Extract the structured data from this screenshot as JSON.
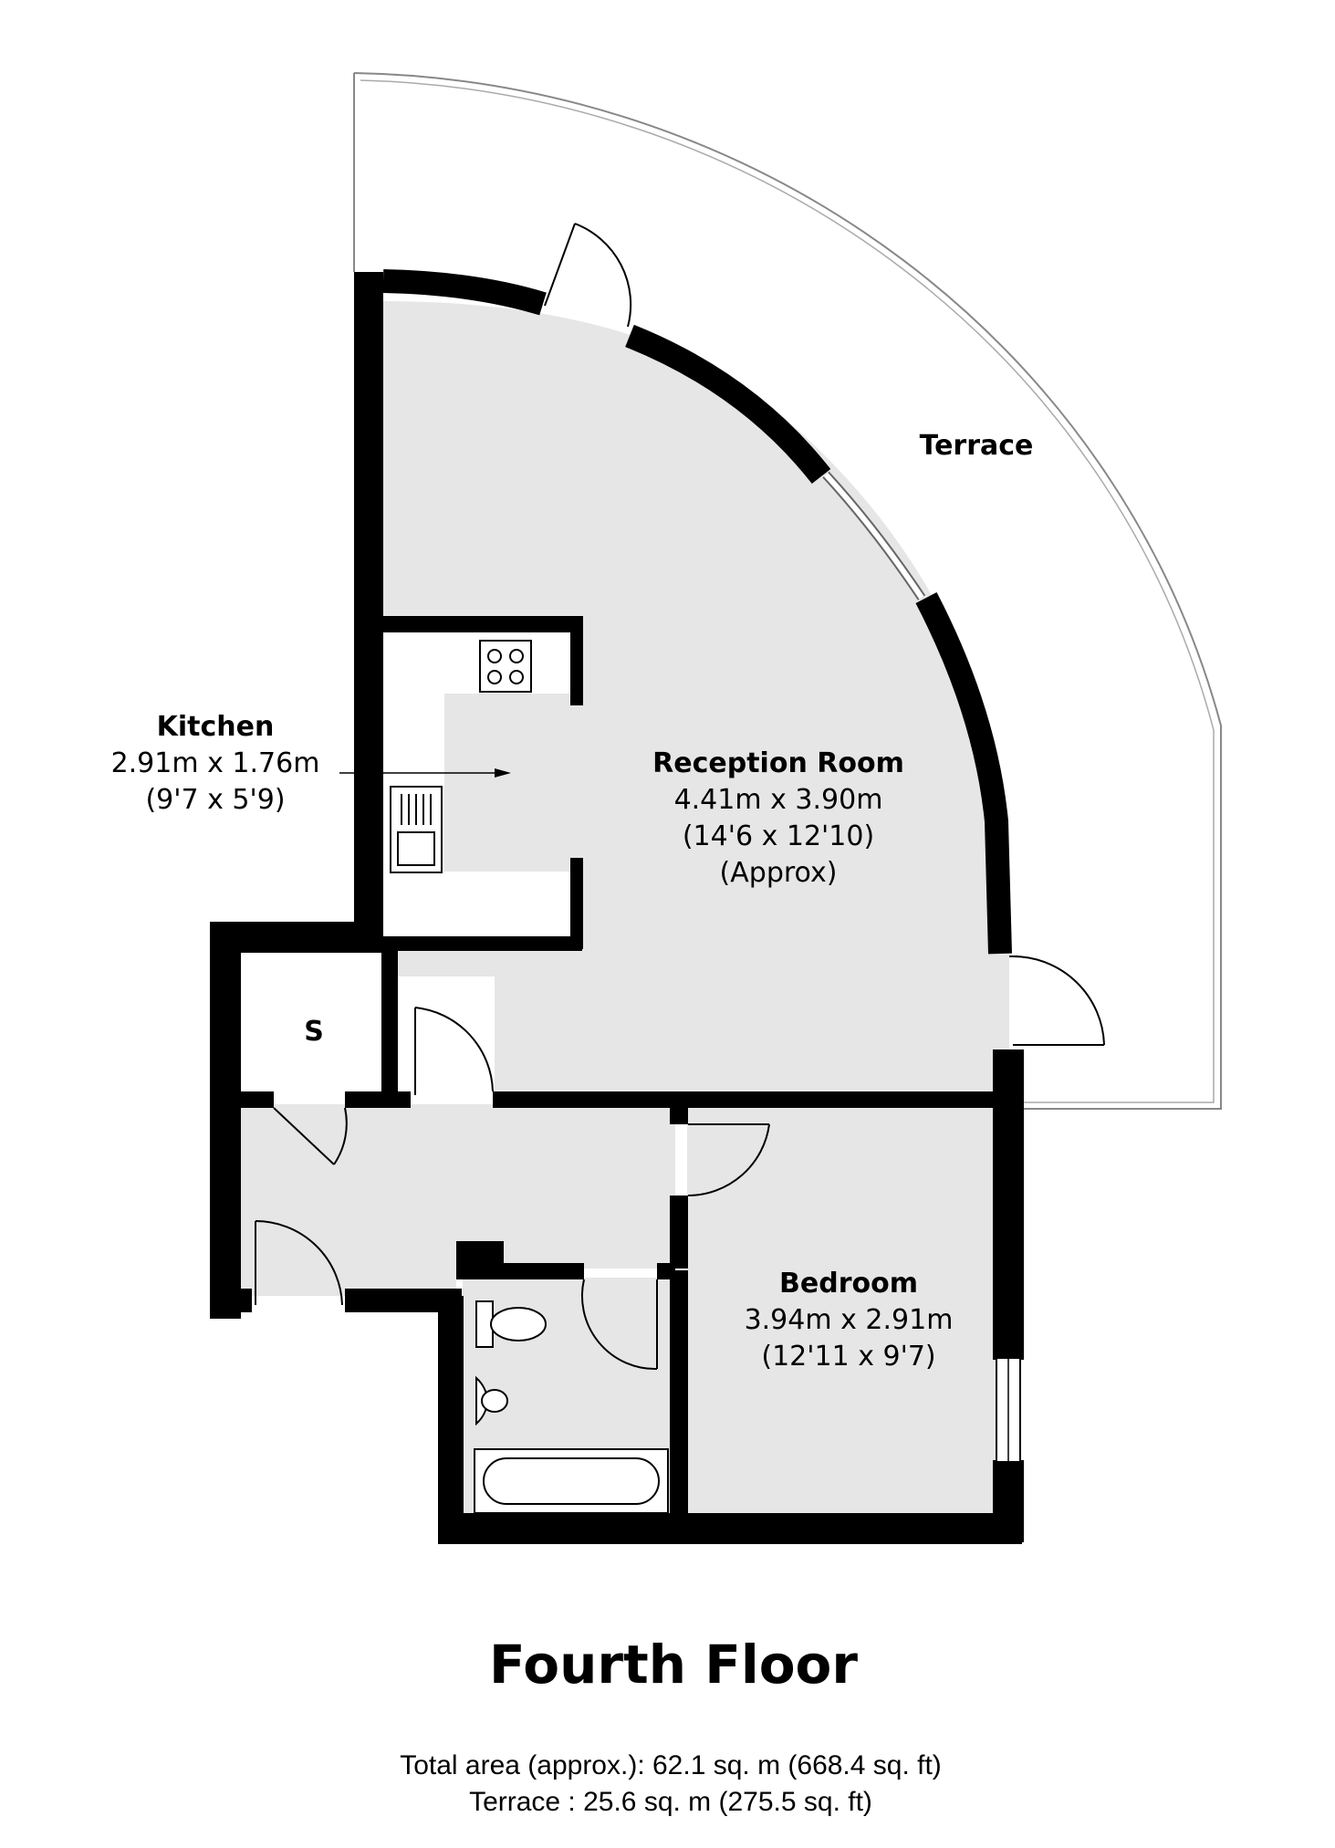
{
  "rooms": {
    "terrace": {
      "name": "Terrace"
    },
    "kitchen": {
      "name": "Kitchen",
      "dim_m": "2.91m x 1.76m",
      "dim_ft": "(9'7 x 5'9)"
    },
    "reception": {
      "name": "Reception Room",
      "dim_m": "4.41m x 3.90m",
      "dim_ft": "(14'6 x 12'10)",
      "note": "(Approx)"
    },
    "storage": {
      "name": "S"
    },
    "bedroom": {
      "name": "Bedroom",
      "dim_m": "3.94m x 2.91m",
      "dim_ft": "(12'11 x 9'7)"
    }
  },
  "floor_title": "Fourth Floor",
  "areas": {
    "total": "Total area (approx.): 62.1 sq. m (668.4 sq. ft)",
    "terrace": "Terrace : 25.6 sq. m (275.5 sq. ft)"
  },
  "colors": {
    "wall": "#000000",
    "floor": "#e6e6e6",
    "background": "#ffffff"
  }
}
